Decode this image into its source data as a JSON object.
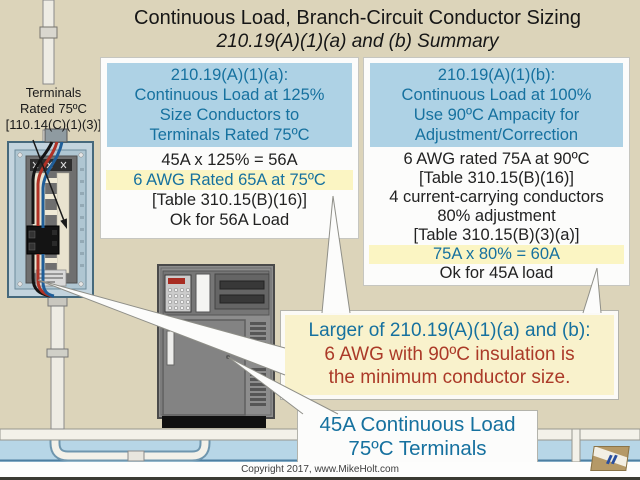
{
  "title": {
    "line1": "Continuous Load, Branch-Circuit Conductor Sizing",
    "line2": "210.19(A)(1)(a) and (b) Summary"
  },
  "panel_label": {
    "lines": [
      "Terminals",
      "Rated 75ºC",
      "[110.14(C)(1)(3)]"
    ]
  },
  "rule_a": {
    "header": [
      "210.19(A)(1)(a):",
      "Continuous Load at 125%",
      "Size Conductors to",
      "Terminals Rated 75ºC"
    ],
    "lines": [
      "45A x 125% = 56A",
      "6 AWG Rated 65A at 75ºC",
      "[Table 310.15(B)(16)]",
      "Ok for 56A Load"
    ]
  },
  "rule_b": {
    "header": [
      "210.19(A)(1)(b):",
      "Continuous Load at 100%",
      "Use 90ºC Ampacity for",
      "Adjustment/Correction"
    ],
    "lines": [
      "6 AWG rated 75A at 90ºC",
      "[Table 310.15(B)(16)]",
      "4 current-carrying conductors",
      "80% adjustment",
      "[Table 310.15(B)(3)(a)]",
      "75A x 80% = 60A",
      "Ok for 45A load"
    ]
  },
  "conclusion": {
    "lines": [
      "Larger of 210.19(A)(1)(a) and (b):",
      "6 AWG with 90ºC insulation is",
      "the minimum conductor size."
    ]
  },
  "load_callout": {
    "lines": [
      "45A Continuous Load",
      "75ºC Terminals"
    ]
  },
  "footer": {
    "copyright": "Copyright 2017, www.MikeHolt.com"
  },
  "colors": {
    "wall": "#dcd4ba",
    "floor": "#b7d6e7",
    "card_bg": "#fcfcfb",
    "header_bg": "#aed2e5",
    "blue_text": "#16719f",
    "red_text": "#ab3a28",
    "highlight": "#fbf5c3",
    "conclusion_bg": "#f9f2cc",
    "wire_black": "#141414",
    "wire_red": "#b03226",
    "wire_blue": "#1f5e99"
  }
}
